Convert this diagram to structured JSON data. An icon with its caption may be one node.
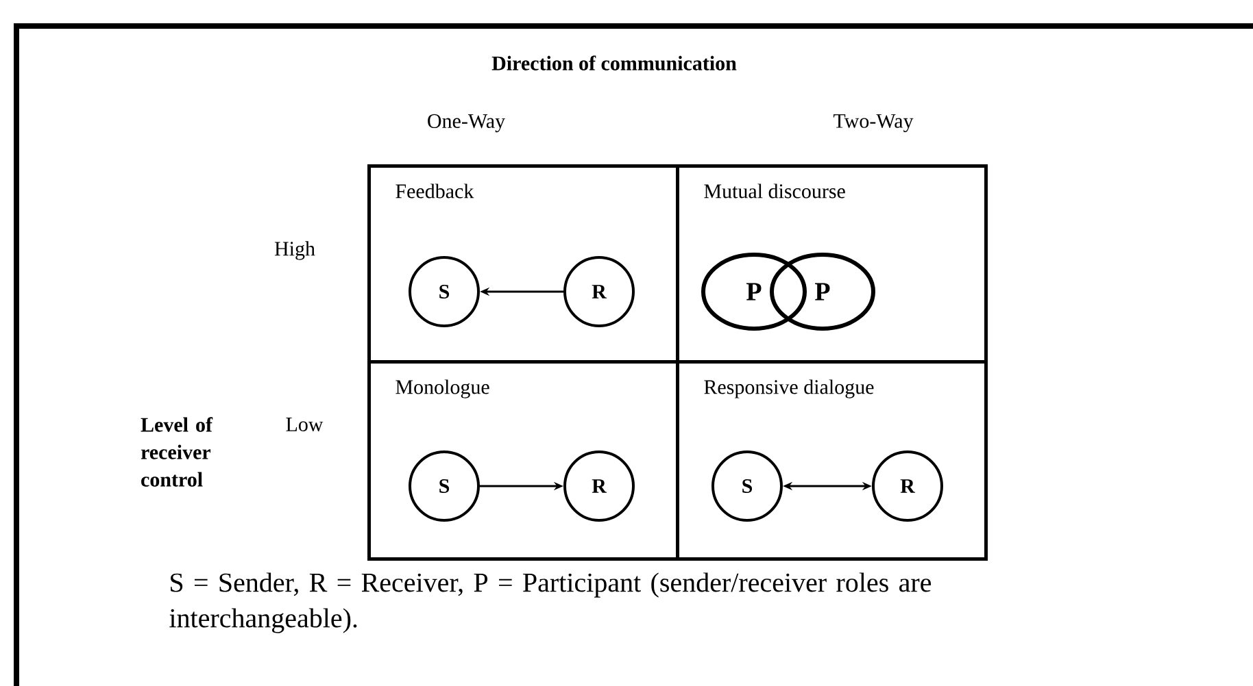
{
  "diagram": {
    "title": "Direction of communication",
    "caption": "S = Sender, R = Receiver, P = Participant (sender/receiver roles are interchangeable).",
    "nodes": [
      {
        "text": [
          "Feedback"
        ]
      },
      {
        "text": [
          "Mutual discourse"
        ]
      },
      {
        "text": [
          "Monologue"
        ]
      },
      {
        "text": [
          "Responsive dialogue"
        ]
      },
      {
        "text": [
          "S"
        ],
        "in": 0
      },
      {
        "text": [
          "R"
        ],
        "in": 0
      },
      {
        "text": [
          "P"
        ],
        "in": 1
      },
      {
        "text": [
          "P"
        ],
        "in": 1
      },
      {
        "text": [
          "S"
        ],
        "in": 2
      },
      {
        "text": [
          "R"
        ],
        "in": 2
      },
      {
        "text": [
          "S"
        ],
        "in": 3
      },
      {
        "text": [
          "R"
        ],
        "in": 3
      }
    ],
    "edges": [
      {
        "from": 5,
        "to": 4,
        "arrow": "to"
      },
      {
        "from": 8,
        "to": 9,
        "arrow": "to"
      },
      {
        "from": 10,
        "to": 11,
        "arrow": "both"
      }
    ],
    "labels": [
      "One-Way",
      "Two-Way",
      "High",
      "Level of receiver control",
      "Low"
    ]
  }
}
